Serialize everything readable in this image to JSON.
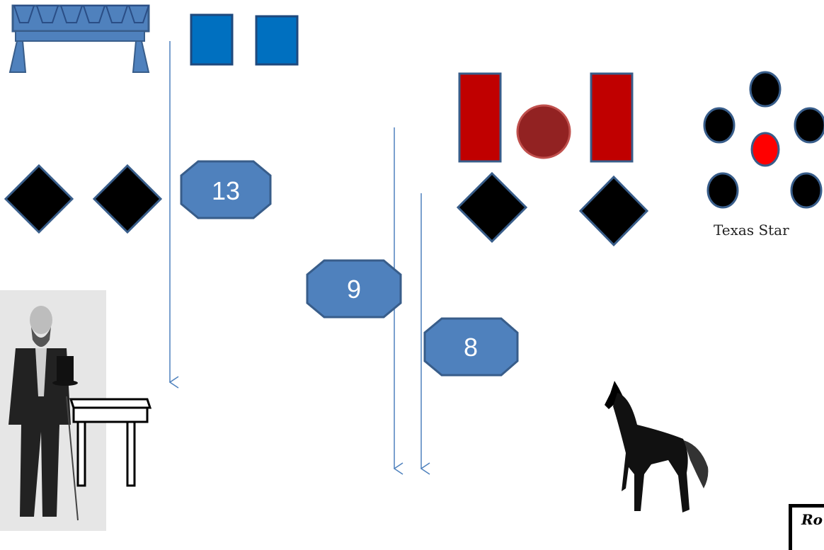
{
  "labels": {
    "formation_name": "Texas Star",
    "corner_label": "Ro"
  },
  "badges": [
    {
      "text": "13"
    },
    {
      "text": "9"
    },
    {
      "text": "8"
    }
  ],
  "colors": {
    "blue_fill": "#0070C0",
    "blue_shape": "#4F81BD",
    "blue_stroke": "#385D8A",
    "red_fill": "#C00000",
    "maroon_circle": "#922222",
    "star_center": "#FF0000",
    "black": "#000000"
  },
  "icons": [
    "bench-icon",
    "square-icon",
    "diamond-icon",
    "rectangle-icon",
    "circle-icon",
    "arrow-icon",
    "man-photo-icon",
    "table-icon",
    "horse-icon"
  ]
}
